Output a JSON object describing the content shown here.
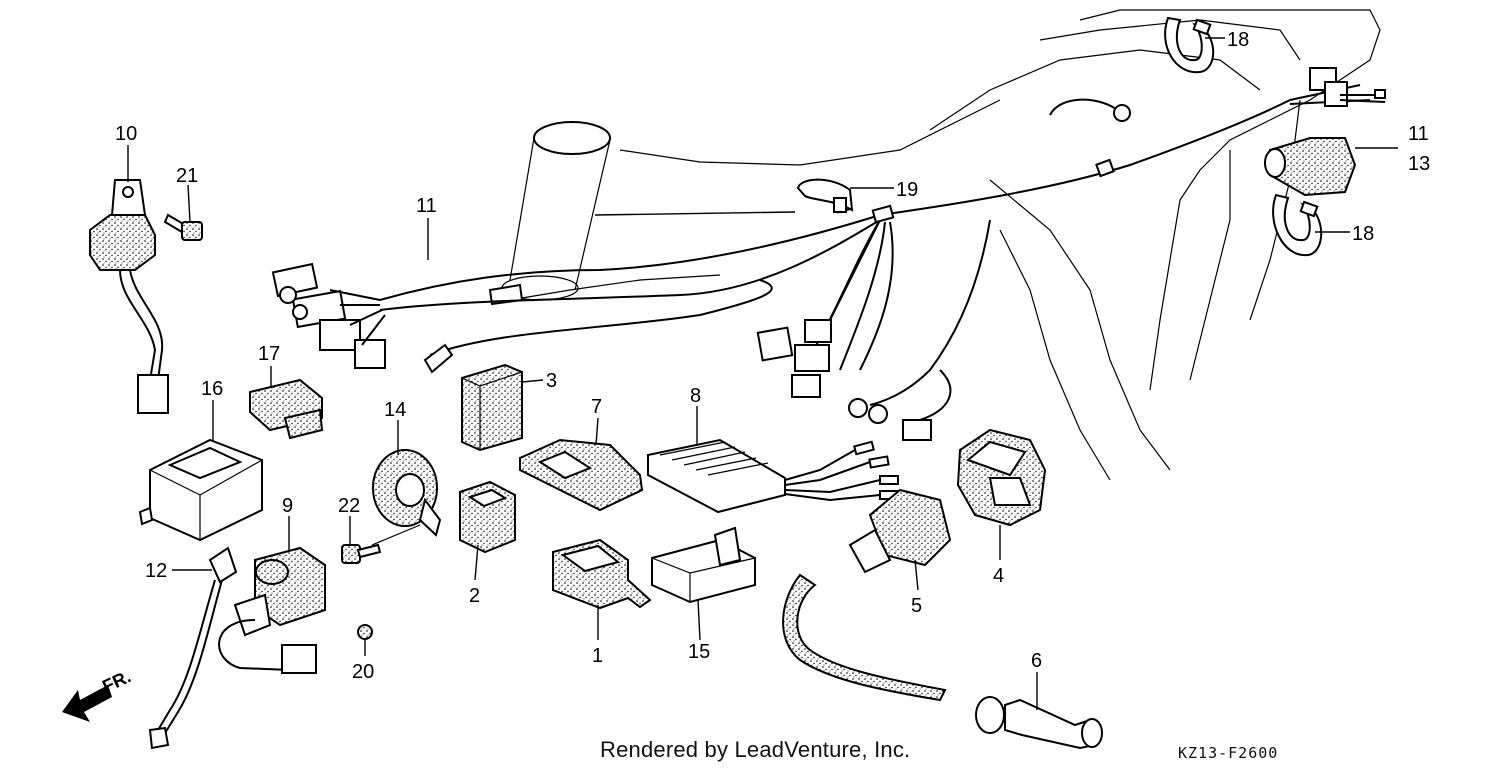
{
  "labels": [
    "1",
    "2",
    "3",
    "4",
    "5",
    "6",
    "7",
    "8",
    "9",
    "10",
    "11",
    "11",
    "12",
    "13",
    "14",
    "15",
    "16",
    "17",
    "18",
    "18",
    "19",
    "20",
    "21",
    "22"
  ],
  "direction_label": "FR.",
  "credit": "Rendered by LeadVenture, Inc.",
  "diagram_code": "KZ13-F2600"
}
